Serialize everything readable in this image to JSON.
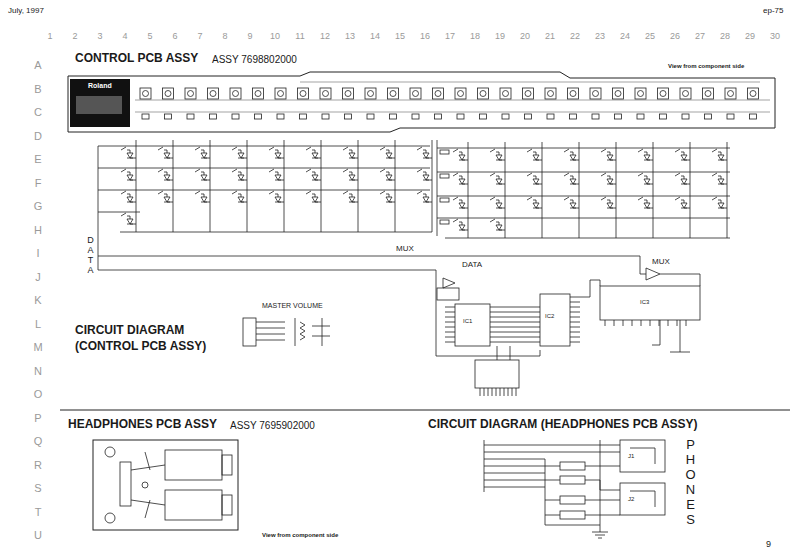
{
  "diagram": {
    "labels": [
      "July, 1997",
      "ep-75",
      "1",
      "2",
      "3",
      "4",
      "5",
      "6",
      "7",
      "8",
      "9",
      "10",
      "11",
      "12",
      "13",
      "14",
      "15",
      "16",
      "17",
      "18",
      "19",
      "20",
      "21",
      "22",
      "23",
      "24",
      "25",
      "26",
      "27",
      "28",
      "29",
      "30",
      "A",
      "B",
      "C",
      "D",
      "E",
      "F",
      "G",
      "H",
      "I",
      "J",
      "K",
      "L",
      "M",
      "N",
      "O",
      "P",
      "Q",
      "R",
      "S",
      "T",
      "U",
      "CONTROL PCB ASSY",
      "ASSY 7698802000",
      "View from component side",
      "Roland",
      "DATA",
      "MUX",
      "DATA",
      "MUX",
      "MASTER VOLUME",
      "IC1",
      "IC2",
      "IC3",
      "CIRCUIT DIAGRAM",
      "(CONTROL PCB ASSY)",
      "HEADPHONES PCB ASSY",
      "ASSY 7695902000",
      "CIRCUIT DIAGRAM (HEADPHONES PCB ASSY)",
      "J1",
      "J2",
      "PHONES",
      "View from component side",
      "9"
    ]
  }
}
